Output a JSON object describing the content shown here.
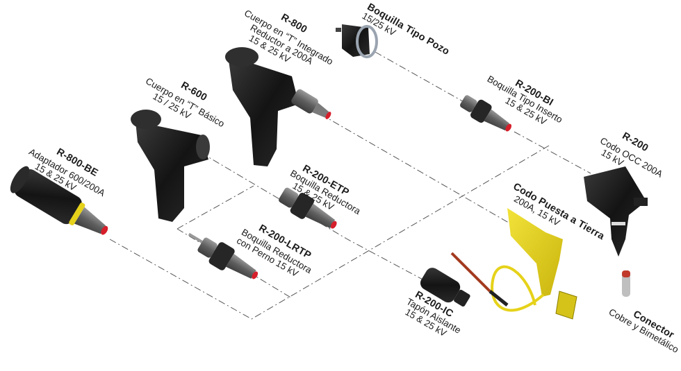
{
  "labels": {
    "boquilla_pozo": {
      "title": "Boquilla Tipo Pozo",
      "lines": [
        "15/25 kV"
      ]
    },
    "r800": {
      "title": "R-800",
      "lines": [
        "Cuerpo en “T” Integrado",
        "Reductor a 200A",
        "15 & 25 kV"
      ]
    },
    "r600": {
      "title": "R-600",
      "lines": [
        "Cuerpo en “T” Básico",
        "15 / 25 kV"
      ]
    },
    "r200bi": {
      "title": "R-200-BI",
      "lines": [
        "Boquilla Tipo Inserto",
        "15 & 25 kV"
      ]
    },
    "r200": {
      "title": "R-200",
      "lines": [
        "Codo OCC 200A",
        "15 kV"
      ]
    },
    "r800be": {
      "title": "R-800-BE",
      "lines": [
        "Adaptador 600/200A",
        "15 & 25 kV"
      ]
    },
    "r200etp": {
      "title": "R-200-ETP",
      "lines": [
        "Boquilla Reductora",
        "15 & 25 kV"
      ]
    },
    "codo_tierra": {
      "title": "Codo Puesta a Tierra",
      "lines": [
        "200A, 15 kV"
      ]
    },
    "r200lrtp": {
      "title": "R-200-LRTP",
      "lines": [
        "Boquilla Reductora",
        "con Perno 15 kV"
      ]
    },
    "r200ic": {
      "title": "R-200-IC",
      "lines": [
        "Tapón Aislante",
        "15 & 25 kV"
      ]
    },
    "conector": {
      "title": "Conector",
      "lines": [
        "Cobre y Bimetálico"
      ]
    }
  },
  "colors": {
    "body_black": "#1e1e1e",
    "bushing_gray": "#6e6e6e",
    "tip_red": "#d61f2b",
    "ground_yellow": "#e6d21a",
    "cable_red": "#a33a1f",
    "connector_red": "#c0392b"
  }
}
